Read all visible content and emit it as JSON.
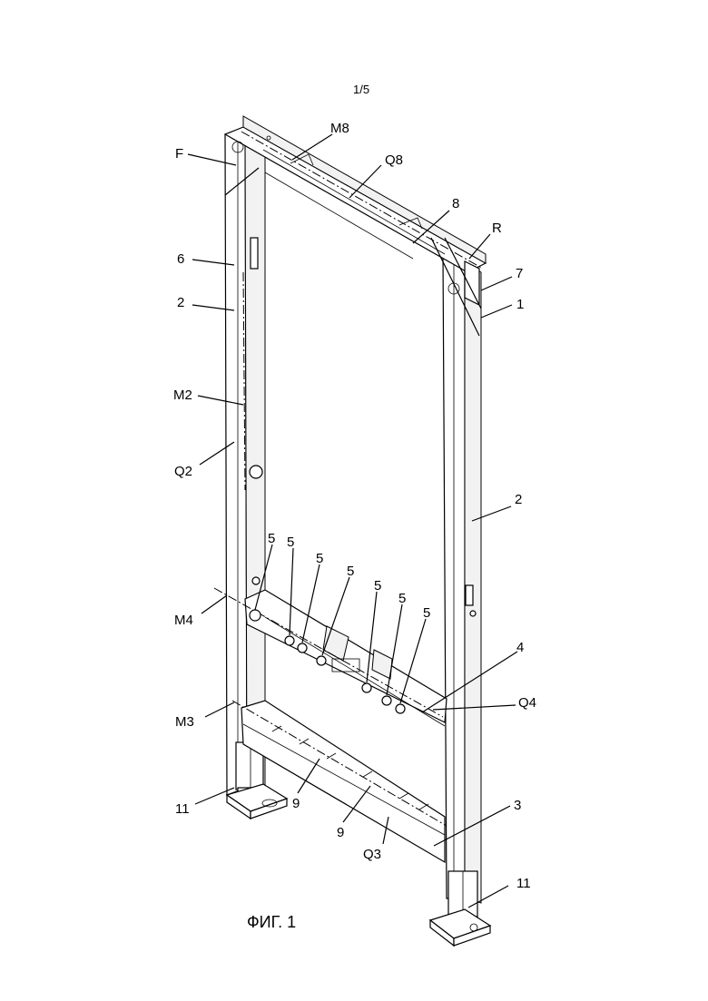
{
  "page_number": "1/5",
  "caption": "ФИГ. 1",
  "labels": {
    "F": "F",
    "M8": "M8",
    "Q8": "Q8",
    "n8": "8",
    "R": "R",
    "n7": "7",
    "n1": "1",
    "n6": "6",
    "n2_left": "2",
    "M2": "M2",
    "Q2": "Q2",
    "n2_right": "2",
    "n5": "5",
    "M4": "M4",
    "n4": "4",
    "Q4": "Q4",
    "M3": "M3",
    "n3": "3",
    "n9": "9",
    "Q3": "Q3",
    "n11": "11"
  }
}
